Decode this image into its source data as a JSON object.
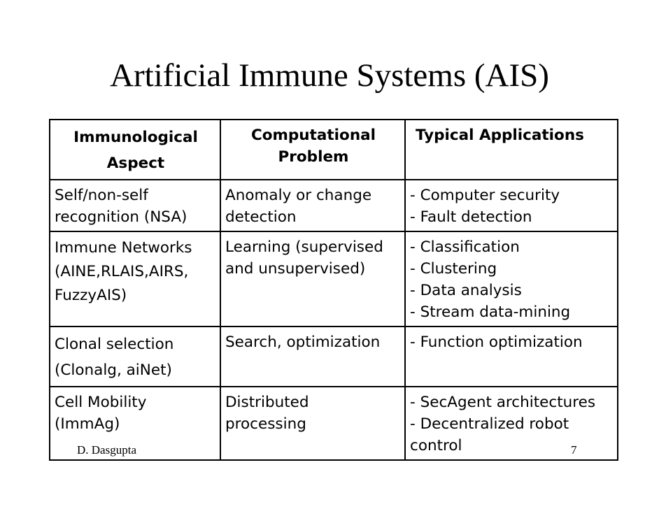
{
  "slide": {
    "title": "Artificial Immune Systems (AIS)",
    "author": "D. Dasgupta",
    "page_number": "7"
  },
  "table": {
    "headers": [
      [
        "Immunological",
        "Aspect"
      ],
      [
        "Computational",
        "Problem"
      ],
      [
        "Typical Applications"
      ]
    ],
    "rows": [
      [
        [
          "Self/non-self",
          "recognition (NSA)"
        ],
        [
          "Anomaly or change",
          "detection"
        ],
        [
          "- Computer security",
          "- Fault detection"
        ]
      ],
      [
        [
          "Immune Networks",
          "(AINE,RLAIS,AIRS,",
          "FuzzyAIS)"
        ],
        [
          "Learning (supervised",
          "and unsupervised)"
        ],
        [
          "- Classification",
          "- Clustering",
          "- Data analysis",
          "- Stream data-mining"
        ]
      ],
      [
        [
          "Clonal selection",
          "(Clonalg, aiNet)"
        ],
        [
          "Search, optimization"
        ],
        [
          "- Function optimization"
        ]
      ],
      [
        [
          "Cell Mobility",
          "(ImmAg)"
        ],
        [
          "Distributed",
          "processing"
        ],
        [
          "- SecAgent architectures",
          "- Decentralized robot",
          "control"
        ]
      ]
    ]
  }
}
